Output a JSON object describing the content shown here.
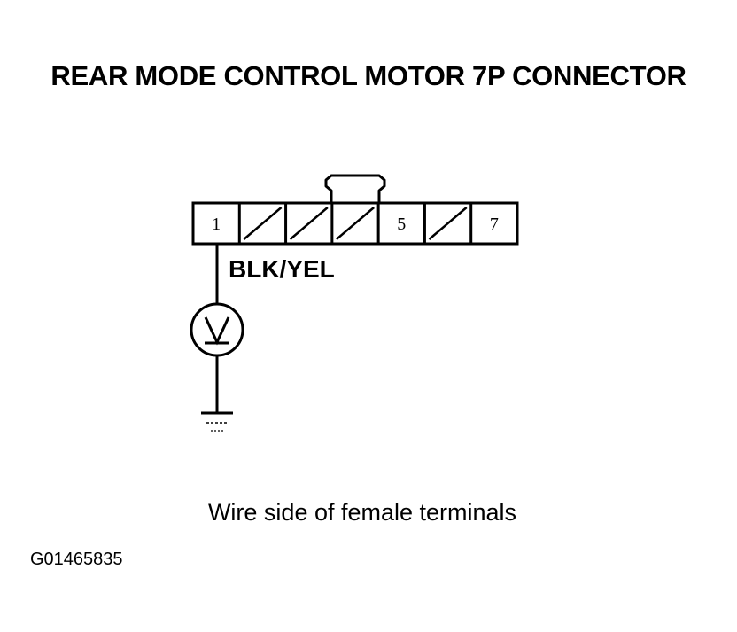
{
  "title": "REAR MODE CONTROL MOTOR 7P CONNECTOR",
  "connector": {
    "terminals": [
      {
        "label": "1",
        "used": true
      },
      {
        "label": "",
        "used": false
      },
      {
        "label": "",
        "used": false
      },
      {
        "label": "",
        "used": false
      },
      {
        "label": "5",
        "used": true
      },
      {
        "label": "",
        "used": false
      },
      {
        "label": "7",
        "used": true
      }
    ]
  },
  "wire": {
    "terminal": "1",
    "color": "BLK/YEL"
  },
  "meter": {
    "symbol": "V",
    "icon": "voltmeter-icon"
  },
  "ground": {
    "icon": "ground-icon"
  },
  "caption": "Wire side of female terminals",
  "figure_id": "G01465835"
}
